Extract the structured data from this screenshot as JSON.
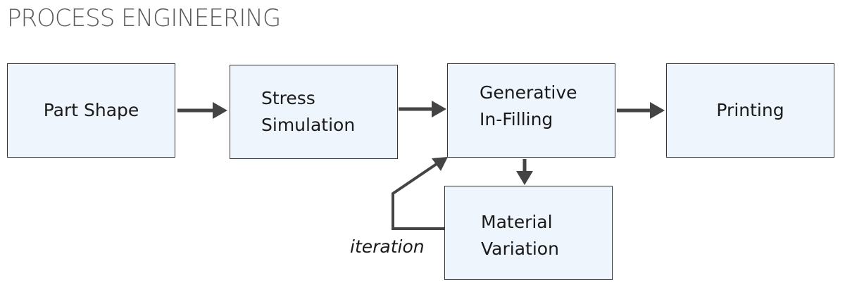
{
  "title": "PROCESS ENGINEERING",
  "nodes": {
    "part_shape": "Part Shape",
    "stress_simulation": "Stress\nSimulation",
    "generative_infilling": "Generative\nIn-Filling",
    "printing": "Printing",
    "material_variation": "Material\nVariation"
  },
  "loop_label": "iteration",
  "colors": {
    "box_fill": "#eef5fc",
    "box_border": "#333333",
    "arrow": "#444444",
    "title": "#5a5a5a"
  }
}
